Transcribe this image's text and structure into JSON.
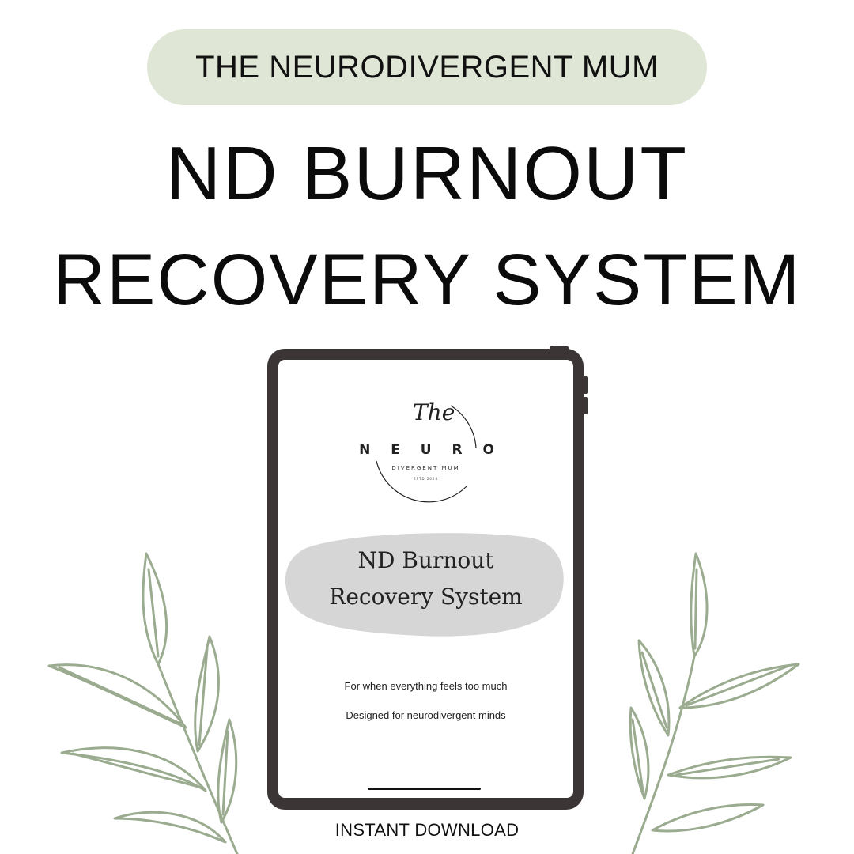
{
  "brand_pill": "THE NEURODIVERGENT MUM",
  "headline": {
    "line1": "ND BURNOUT",
    "line2": "RECOVERY SYSTEM"
  },
  "tablet_screen": {
    "logo": {
      "script": "The",
      "word": "N E U R O",
      "sub": "DIVERGENT  MUM",
      "estd": "ESTD 2024"
    },
    "title_line1": "ND Burnout",
    "title_line2": "Recovery System",
    "tagline1": "For when everything feels too much",
    "tagline2": "Designed for neurodivergent minds"
  },
  "footer_label": "INSTANT DOWNLOAD",
  "colors": {
    "pill_bg": "#dfe6d5",
    "leaf_stroke": "#9aab8f",
    "tablet_frame": "#3b3536",
    "blob": "#d6d6d6"
  }
}
